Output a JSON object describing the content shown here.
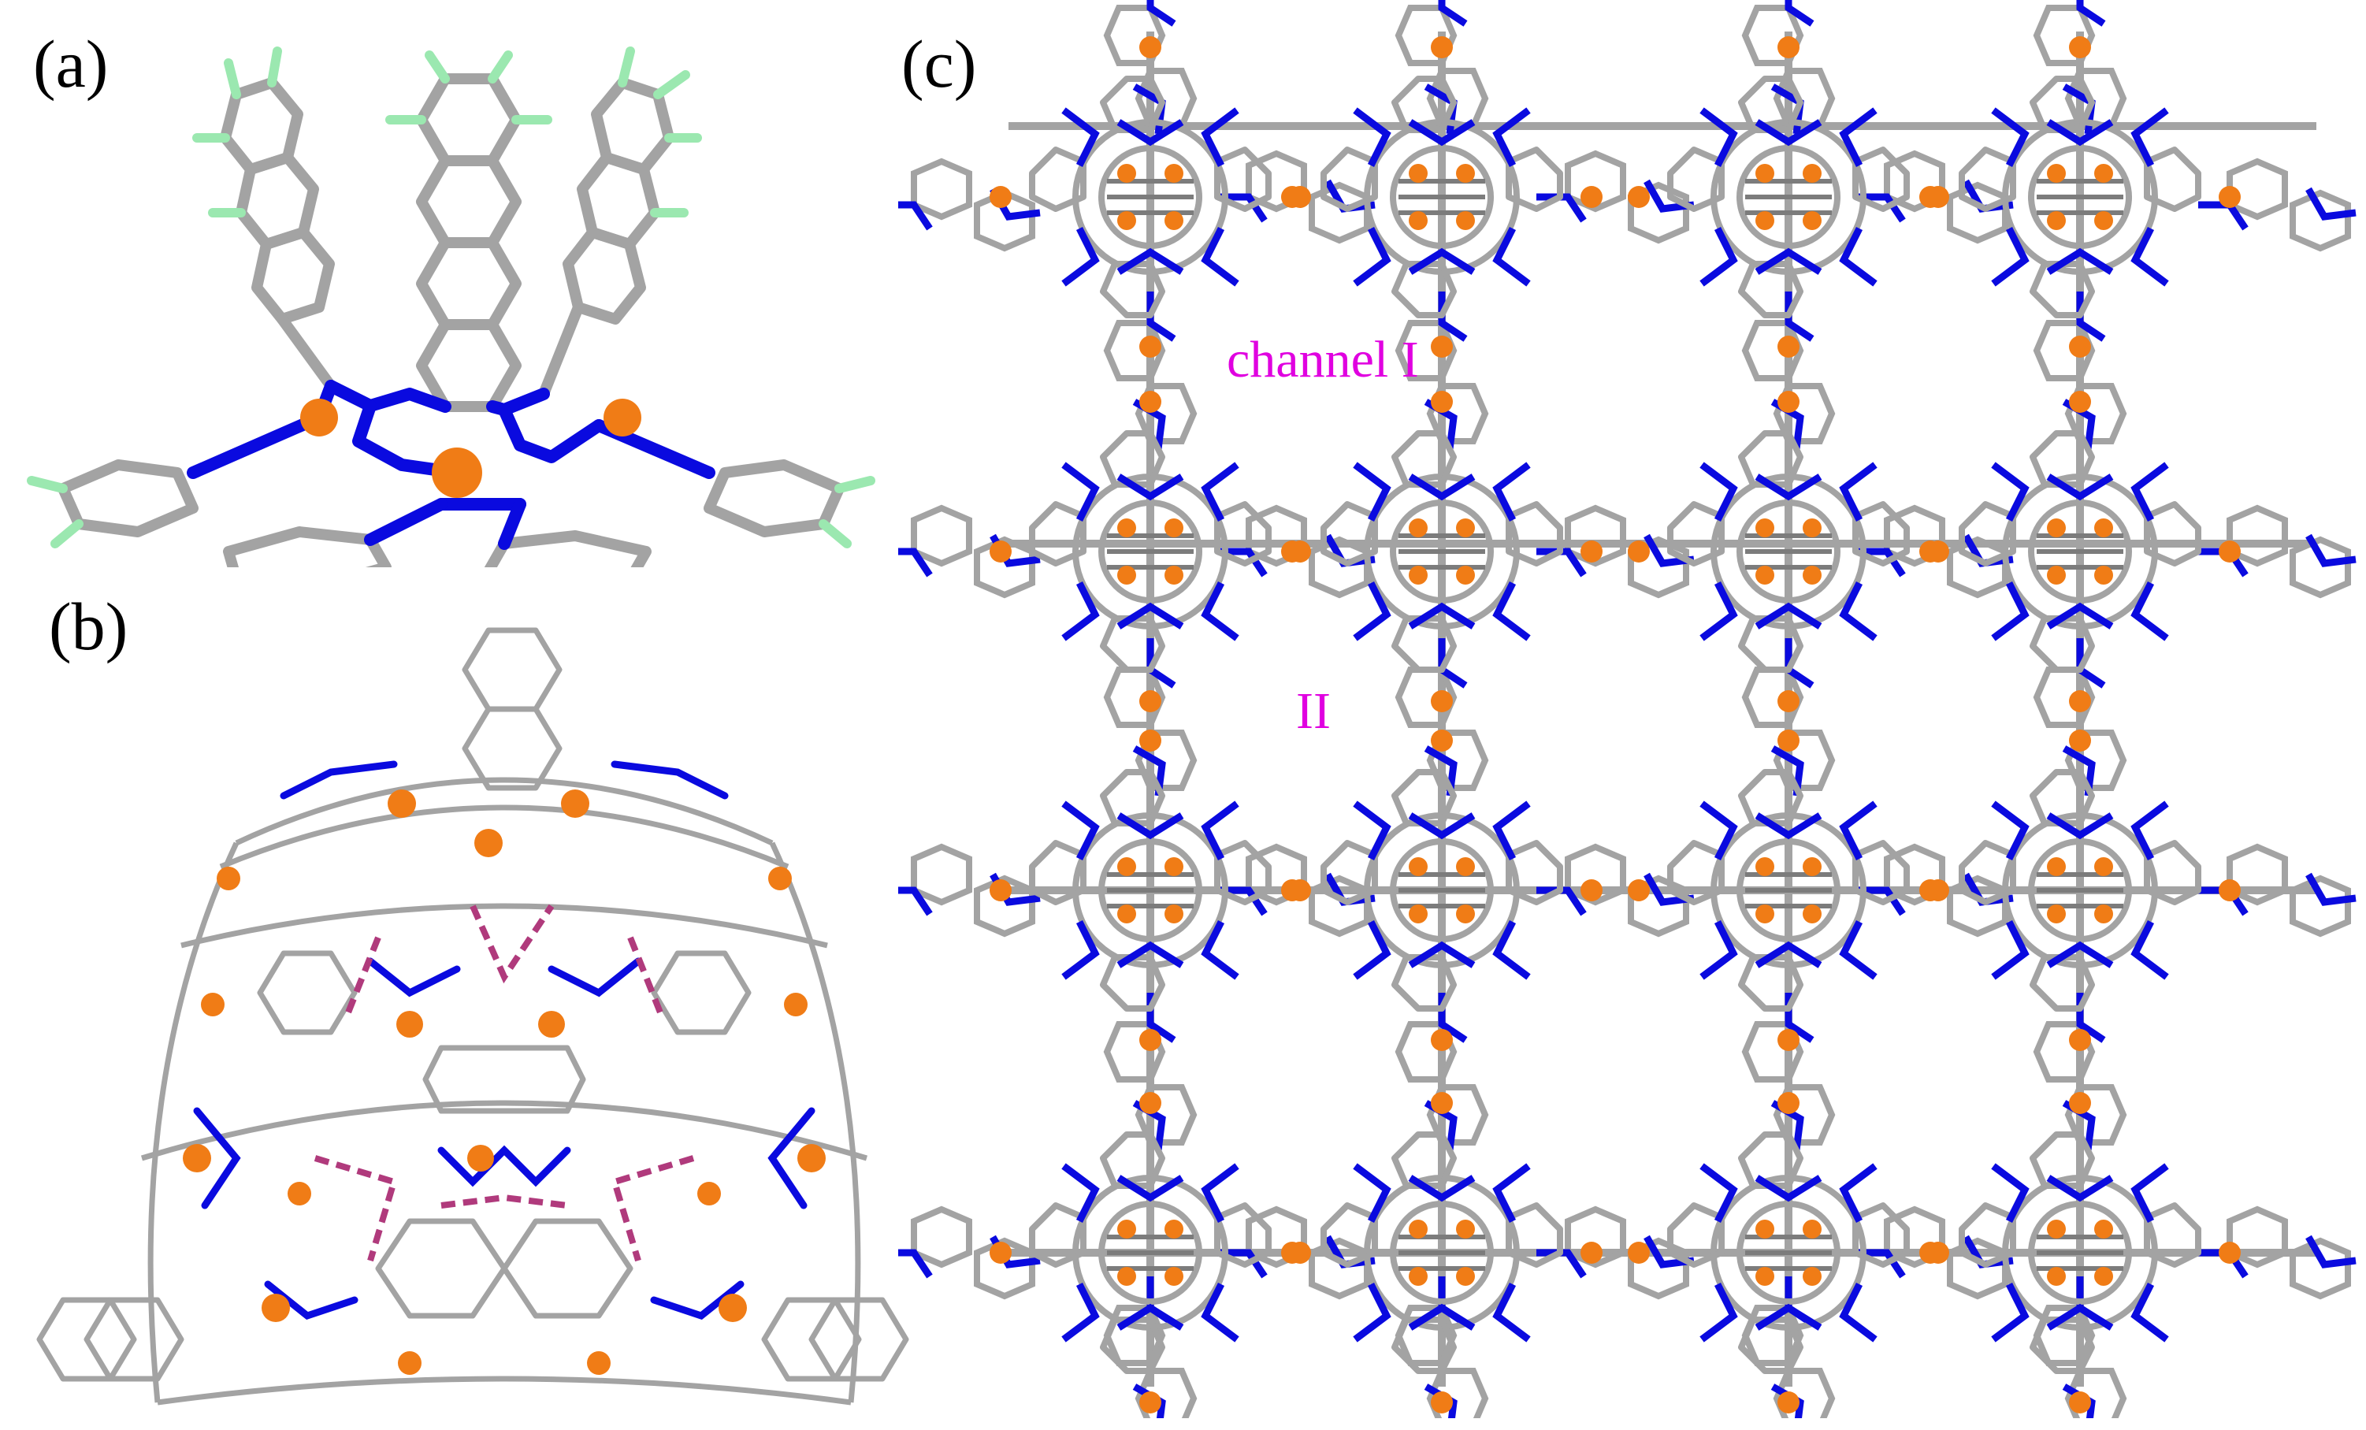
{
  "panels": {
    "a": {
      "label": "(a)"
    },
    "b": {
      "label": "(b)"
    },
    "c": {
      "label": "(c)"
    }
  },
  "annotations": {
    "channel_1": "channel I",
    "channel_2": "II"
  },
  "colors": {
    "carbon": "#a3a3a3",
    "carbon_dark": "#7c7c7c",
    "nitrogen": "#0a0adf",
    "metal": "#f07c16",
    "hydrogen": "#9be8b0",
    "hbond": "#b03a7c",
    "label": "#e000e0"
  },
  "icons": {
    "metal_atom": "orange-sphere",
    "ring": "hexagon"
  }
}
